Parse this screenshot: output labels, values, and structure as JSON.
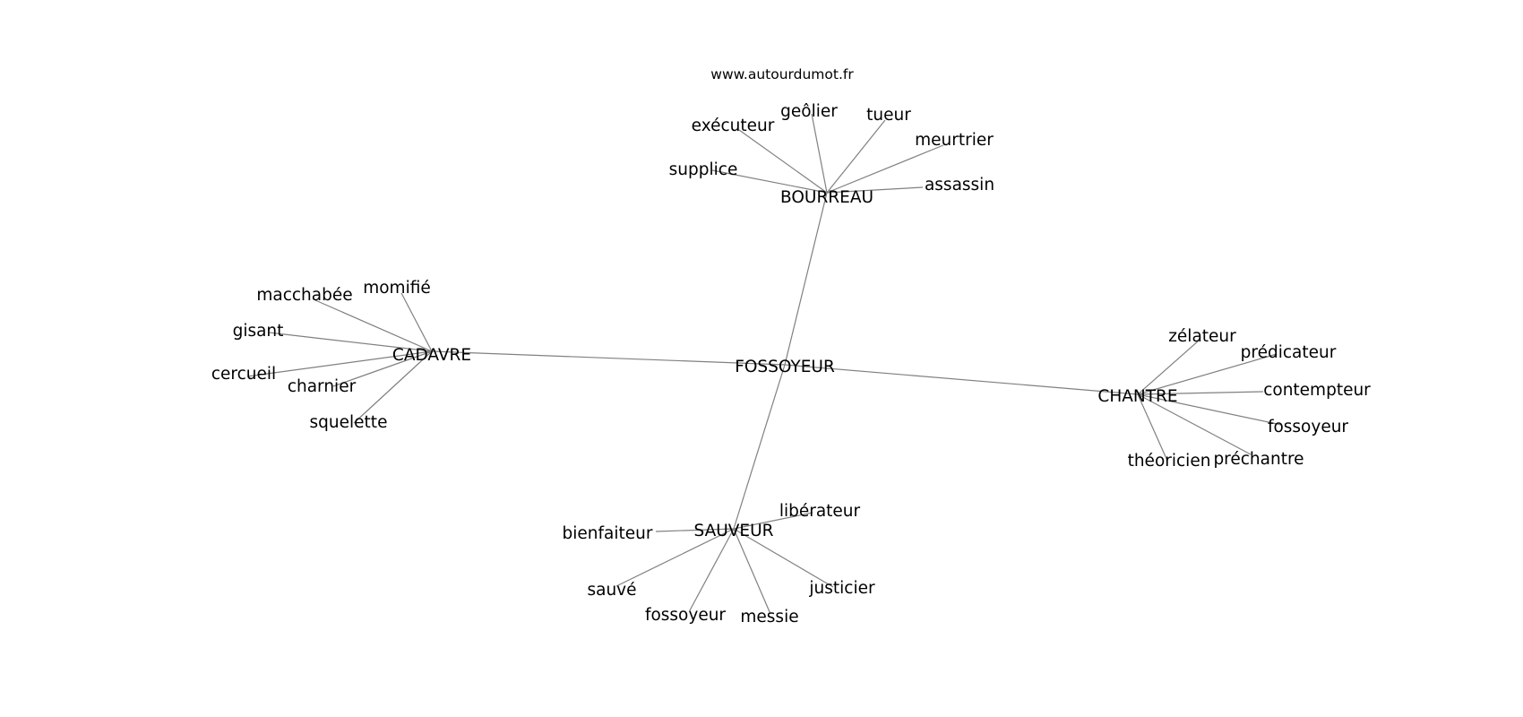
{
  "watermark": "www.autourdumot.fr",
  "colors": {
    "edge": "#808080",
    "text": "#000000",
    "background": "#ffffff"
  },
  "graph": {
    "center": "FOSSOYEUR",
    "clusters": [
      {
        "hub": "BOURREAU",
        "leaves": [
          "supplice",
          "exécuteur",
          "geôlier",
          "tueur",
          "meurtrier",
          "assassin"
        ]
      },
      {
        "hub": "CADAVRE",
        "leaves": [
          "macchabée",
          "momifié",
          "gisant",
          "cercueil",
          "charnier",
          "squelette"
        ]
      },
      {
        "hub": "CHANTRE",
        "leaves": [
          "zélateur",
          "prédicateur",
          "contempteur",
          "fossoyeur",
          "préchantre",
          "théoricien"
        ]
      },
      {
        "hub": "SAUVEUR",
        "leaves": [
          "libérateur",
          "bienfaiteur",
          "sauvé",
          "fossoyeur",
          "messie",
          "justicier"
        ]
      }
    ]
  }
}
